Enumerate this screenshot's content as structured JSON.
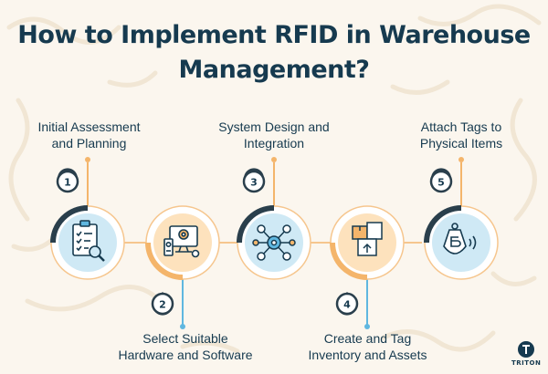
{
  "title_line1": "How to Implement RFID in Warehouse",
  "title_line2": "Management?",
  "steps": [
    {
      "number": "1",
      "label_line1": "Initial Assessment",
      "label_line2": "and Planning",
      "icon": "checklist-magnifier-icon",
      "bg": "#cfe9f5"
    },
    {
      "number": "2",
      "label_line1": "Select Suitable",
      "label_line2": "Hardware and Software",
      "icon": "computer-hardware-icon",
      "bg": "#fde2bd"
    },
    {
      "number": "3",
      "label_line1": "System Design and",
      "label_line2": "Integration",
      "icon": "network-gears-icon",
      "bg": "#cfe9f5"
    },
    {
      "number": "4",
      "label_line1": "Create and Tag",
      "label_line2": "Inventory and Assets",
      "icon": "boxes-icon",
      "bg": "#fde2bd"
    },
    {
      "number": "5",
      "label_line1": "Attach Tags to",
      "label_line2": "Physical Items",
      "icon": "rfid-tag-icon",
      "bg": "#cfe9f5"
    }
  ],
  "colors": {
    "navy": "#163a4f",
    "dark_ring": "#2a3f4c",
    "accent": "#f4b56b",
    "connector": "#f6c68e",
    "pin": "#5fb7e0"
  },
  "logo": {
    "text": "TRITON",
    "icon": "triton-logo-icon"
  }
}
